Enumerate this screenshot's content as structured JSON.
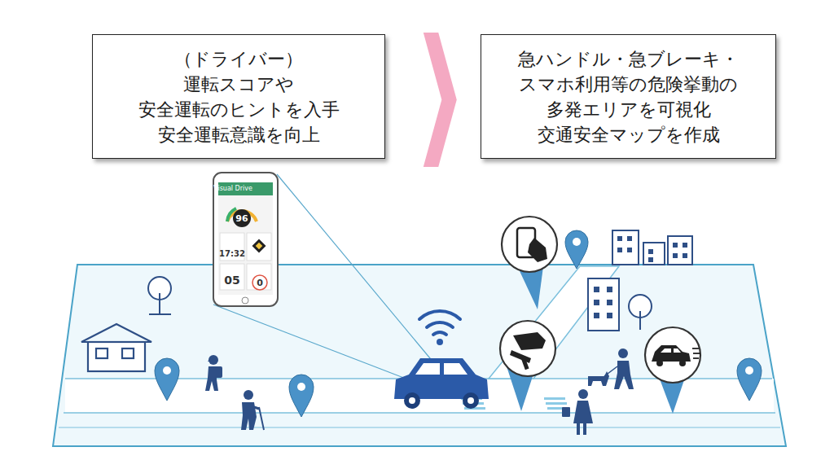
{
  "diagram": {
    "nodes": [
      {
        "text": [
          "（ドライバー） 運転スコアや 安全運転のヒントを入手 安全運転意識を向上"
        ]
      },
      {
        "text": [
          "急ハンドル・急ブレーキ・ スマホ利用等の危険挙動の 多発エリアを可視化 交通安全マップを作成"
        ]
      }
    ],
    "edges": [
      {
        "from": 0,
        "to": 1,
        "arrow": "to"
      }
    ],
    "labels": [
      "Visual Drive",
      "96",
      "17:32",
      "05",
      "0"
    ]
  }
}
